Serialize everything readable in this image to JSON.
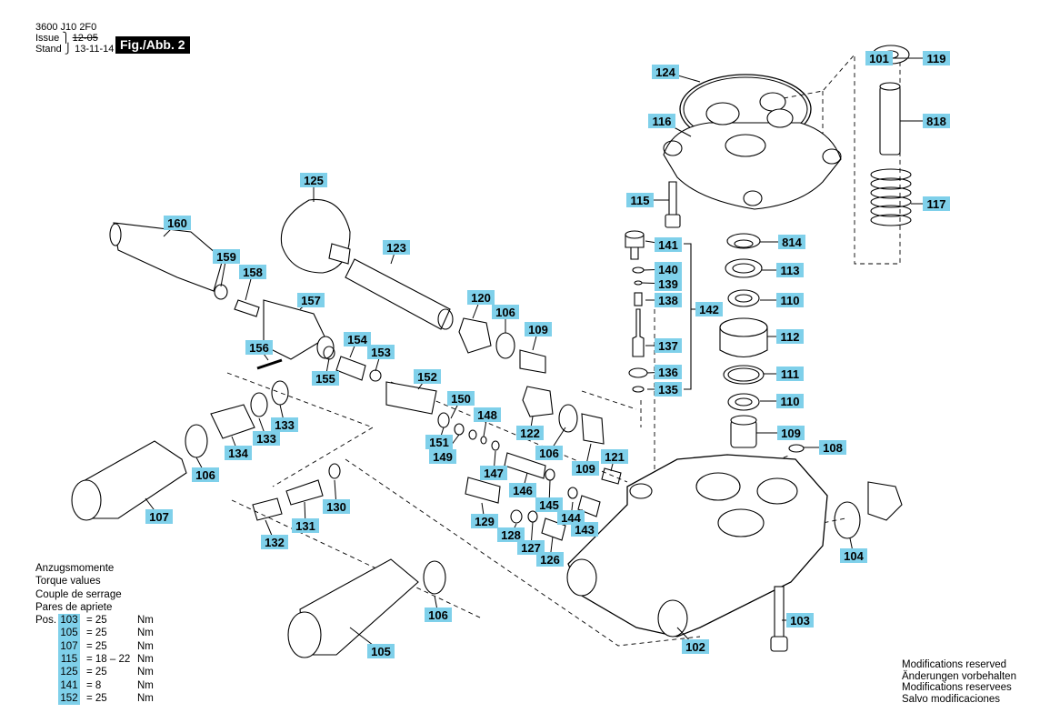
{
  "header": {
    "doc_number": "3600 J10 2F0",
    "issue_label": "Issue",
    "issue_value": "12-05",
    "stand_label": "Stand",
    "stand_value": "13-11-14",
    "figure_label": "Fig./Abb. 2"
  },
  "parts": [
    "101",
    "102",
    "103",
    "104",
    "105",
    "106",
    "106",
    "106",
    "106",
    "107",
    "108",
    "109",
    "109",
    "109",
    "110",
    "110",
    "111",
    "112",
    "113",
    "115",
    "116",
    "117",
    "119",
    "120",
    "121",
    "122",
    "123",
    "124",
    "125",
    "126",
    "127",
    "128",
    "129",
    "130",
    "131",
    "132",
    "133",
    "133",
    "134",
    "135",
    "136",
    "137",
    "138",
    "139",
    "140",
    "141",
    "142",
    "143",
    "144",
    "145",
    "146",
    "147",
    "148",
    "149",
    "150",
    "151",
    "152",
    "153",
    "154",
    "155",
    "156",
    "157",
    "158",
    "159",
    "160",
    "814",
    "818"
  ],
  "torque": {
    "titles": [
      "Anzugsmomente",
      "Torque values",
      "Couple de serrage",
      "Pares de apriete"
    ],
    "pos_label": "Pos.",
    "rows": [
      {
        "pos": "103",
        "value": "= 25",
        "unit": "Nm"
      },
      {
        "pos": "105",
        "value": "= 25",
        "unit": "Nm"
      },
      {
        "pos": "107",
        "value": "= 25",
        "unit": "Nm"
      },
      {
        "pos": "115",
        "value": "= 18 – 22",
        "unit": "Nm"
      },
      {
        "pos": "125",
        "value": "= 25",
        "unit": "Nm"
      },
      {
        "pos": "141",
        "value": "=   8",
        "unit": "Nm"
      },
      {
        "pos": "152",
        "value": "= 25",
        "unit": "Nm"
      }
    ]
  },
  "modifications": [
    "Modifications reserved",
    "Änderungen vorbehalten",
    "Modifications reservees",
    "Salvo modificaciones"
  ],
  "colors": {
    "label_bg": "#7fd0ea",
    "badge_bg": "#000000",
    "line": "#000000"
  }
}
